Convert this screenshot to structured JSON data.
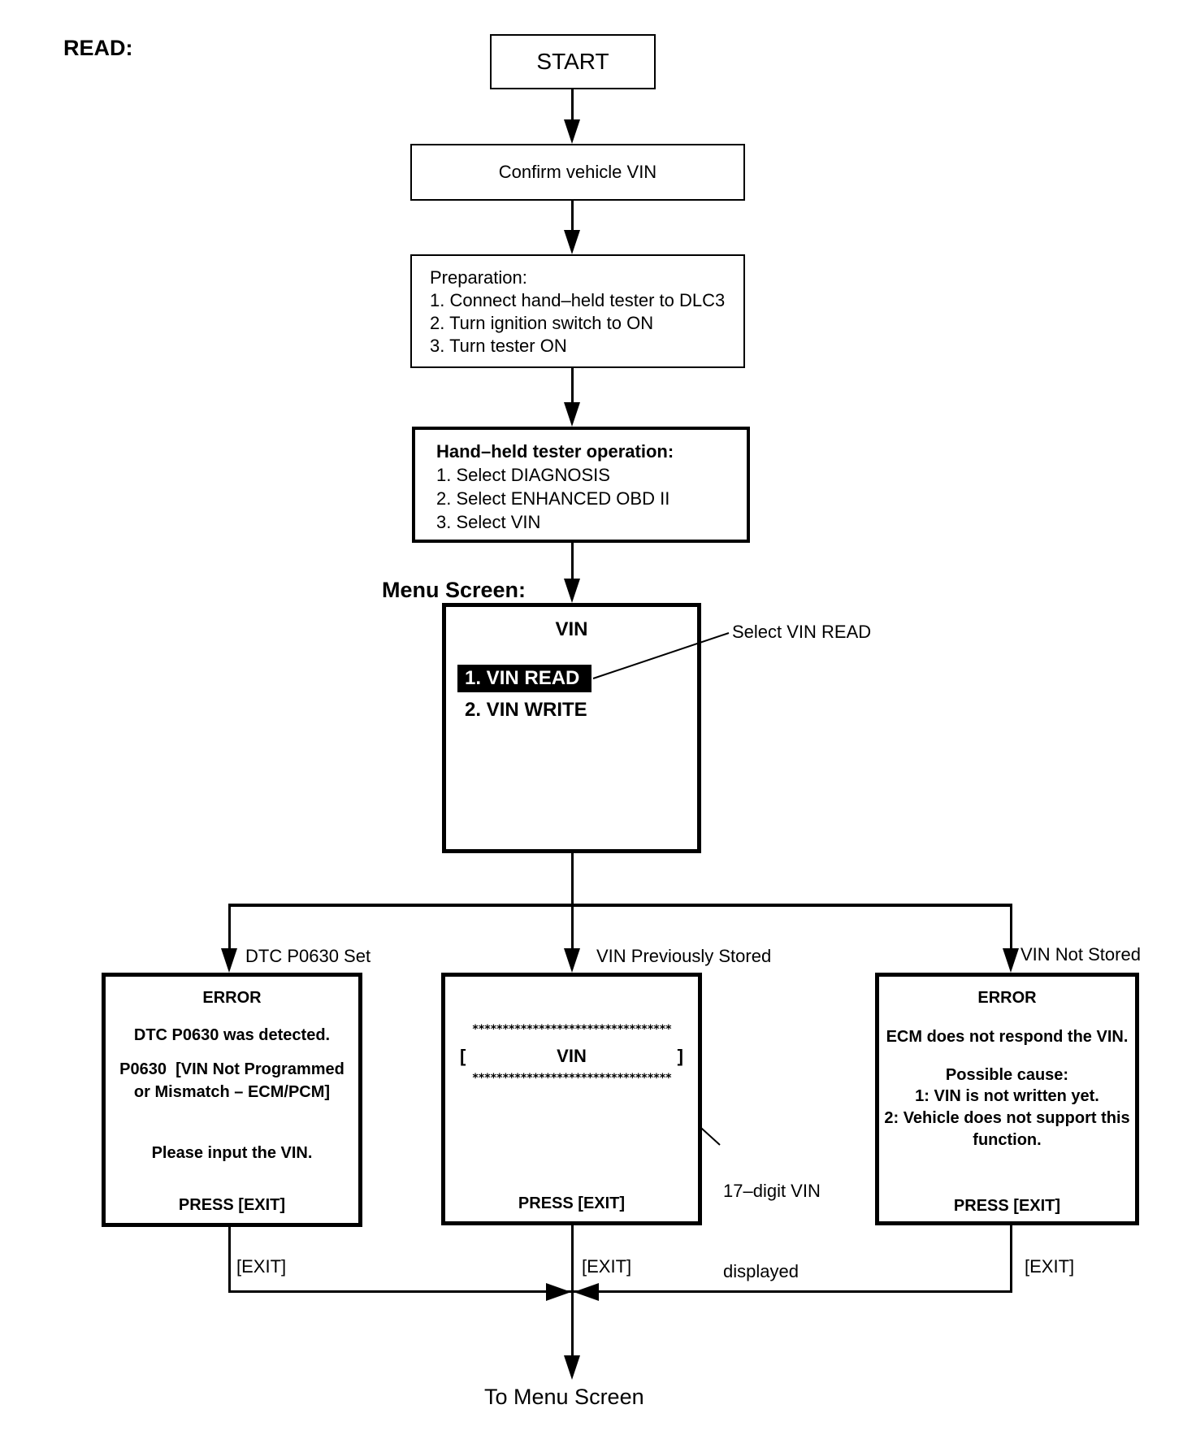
{
  "labels": {
    "read": "READ:",
    "menu_screen": "Menu Screen:",
    "select_vin_read": "Select VIN READ",
    "digit_vin_line1": "17–digit VIN",
    "digit_vin_line2": "displayed",
    "to_menu_screen": "To Menu Screen"
  },
  "nodes": {
    "start": "START",
    "confirm": "Confirm vehicle VIN",
    "preparation": {
      "title": "Preparation:",
      "step1": "1. Connect hand–held tester to DLC3",
      "step2": "2. Turn ignition switch to ON",
      "step3": "3. Turn tester ON"
    },
    "tester": {
      "title": "Hand–held tester operation:",
      "step1": "1. Select DIAGNOSIS",
      "step2": "2. Select ENHANCED OBD II",
      "step3": "3. Select VIN"
    },
    "menu": {
      "title": "VIN",
      "item1": "1. VIN READ",
      "item2": "2. VIN WRITE"
    }
  },
  "branches": {
    "left": {
      "label": "DTC P0630 Set",
      "title": "ERROR",
      "line1": "DTC P0630 was detected.",
      "line2": "P0630  [VIN Not Programmed",
      "line3": "or Mismatch – ECM/PCM]",
      "line4": "Please input the VIN.",
      "press": "PRESS [EXIT]",
      "exit": "[EXIT]"
    },
    "middle": {
      "label": "VIN Previously Stored",
      "stars_top": "*********************************",
      "bracket_open": "[",
      "vin": "VIN",
      "bracket_close": "]",
      "stars_bottom": "*********************************",
      "press": "PRESS [EXIT]",
      "exit": "[EXIT]"
    },
    "right": {
      "label": "VIN Not Stored",
      "title": "ERROR",
      "line1": "ECM does not respond the VIN.",
      "line2": "Possible cause:",
      "line3": "1: VIN is not written yet.",
      "line4": "2: Vehicle does not support this",
      "line5": "function.",
      "press": "PRESS [EXIT]",
      "exit": "[EXIT]"
    }
  },
  "colors": {
    "ink": "#000000",
    "paper": "#ffffff",
    "highlight_bg": "#000000",
    "highlight_fg": "#ffffff"
  }
}
